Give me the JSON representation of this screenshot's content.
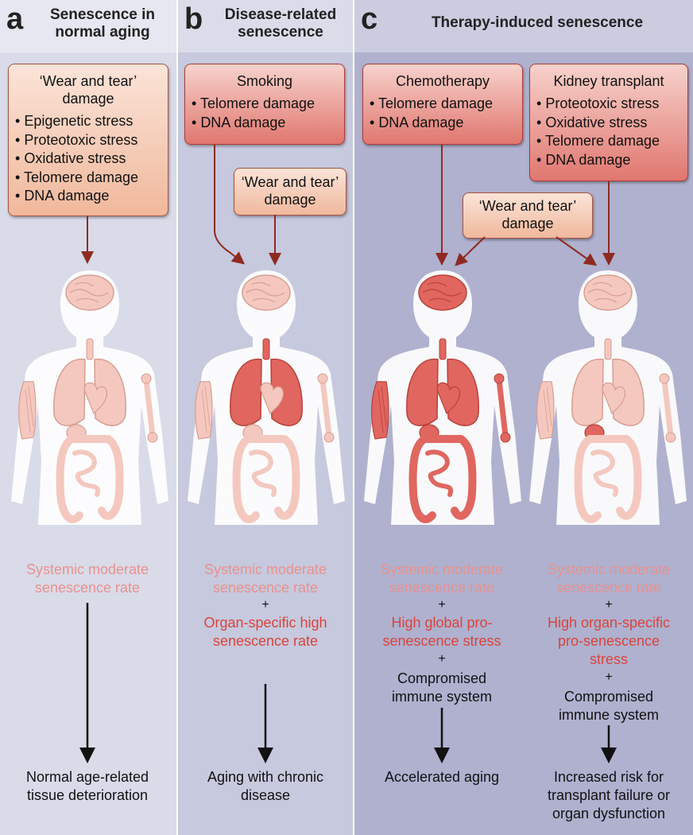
{
  "colors": {
    "panel_a": "#d9dbe9",
    "panel_b": "#c7c9de",
    "panel_c": "#afb1cf",
    "organ_normal": "#f4c8bf",
    "organ_affected": "#e0665f",
    "text_pink": "#e8928d",
    "text_red": "#d9443c"
  },
  "panels": {
    "a": {
      "letter": "a",
      "title": "Senescence in normal aging"
    },
    "b": {
      "letter": "b",
      "title": "Disease-related senescence"
    },
    "c": {
      "letter": "c",
      "title": "Therapy-induced senescence"
    }
  },
  "boxes": {
    "a_wear": {
      "title": "‘Wear and tear’ damage",
      "items": [
        "Epigenetic stress",
        "Proteotoxic stress",
        "Oxidative stress",
        "Telomere damage",
        "DNA damage"
      ]
    },
    "b_smoking": {
      "title": "Smoking",
      "items": [
        "Telomere damage",
        "DNA damage"
      ]
    },
    "b_wear": {
      "title": "‘Wear and tear’ damage"
    },
    "c_chemo": {
      "title": "Chemotherapy",
      "items": [
        "Telomere damage",
        "DNA damage"
      ]
    },
    "c_kidney": {
      "title": "Kidney transplant",
      "items": [
        "Proteotoxic stress",
        "Oxidative stress",
        "Telomere damage",
        "DNA damage"
      ]
    },
    "c_wear": {
      "title": "‘Wear and tear’ damage"
    }
  },
  "figures": {
    "a": {
      "brain": "normal",
      "lungs": "normal",
      "heart": "normal",
      "gut": "normal",
      "muscle": "normal",
      "bone": "normal",
      "kidney": "normal"
    },
    "b": {
      "brain": "normal",
      "lungs": "affected",
      "heart": "normal",
      "gut": "normal",
      "muscle": "normal",
      "bone": "normal",
      "kidney": "normal"
    },
    "c1": {
      "brain": "affected",
      "lungs": "affected",
      "heart": "affected",
      "gut": "affected",
      "muscle": "affected",
      "bone": "affected",
      "kidney": "affected"
    },
    "c2": {
      "brain": "normal",
      "lungs": "normal",
      "heart": "normal",
      "gut": "normal",
      "muscle": "normal",
      "bone": "normal",
      "kidney": "affected"
    }
  },
  "labels": {
    "a_rate": "Systemic moderate senescence rate",
    "a_outcome": "Normal age-related tissue deterioration",
    "b_rate": "Systemic moderate senescence rate",
    "b_plus": "+",
    "b_organ": "Organ-specific high senescence rate",
    "b_outcome": "Aging with chronic disease",
    "c1_rate": "Systemic moderate senescence rate",
    "c1_plus1": "+",
    "c1_stress": "High global pro-senescence stress",
    "c1_plus2": "+",
    "c1_immune": "Compromised immune system",
    "c1_outcome": "Accelerated aging",
    "c2_rate": "Systemic moderate senescence rate",
    "c2_plus1": "+",
    "c2_stress": "High organ-specific pro-senescence stress",
    "c2_plus2": "+",
    "c2_immune": "Compromised immune system",
    "c2_outcome": "Increased risk for transplant failure or organ dysfunction"
  }
}
